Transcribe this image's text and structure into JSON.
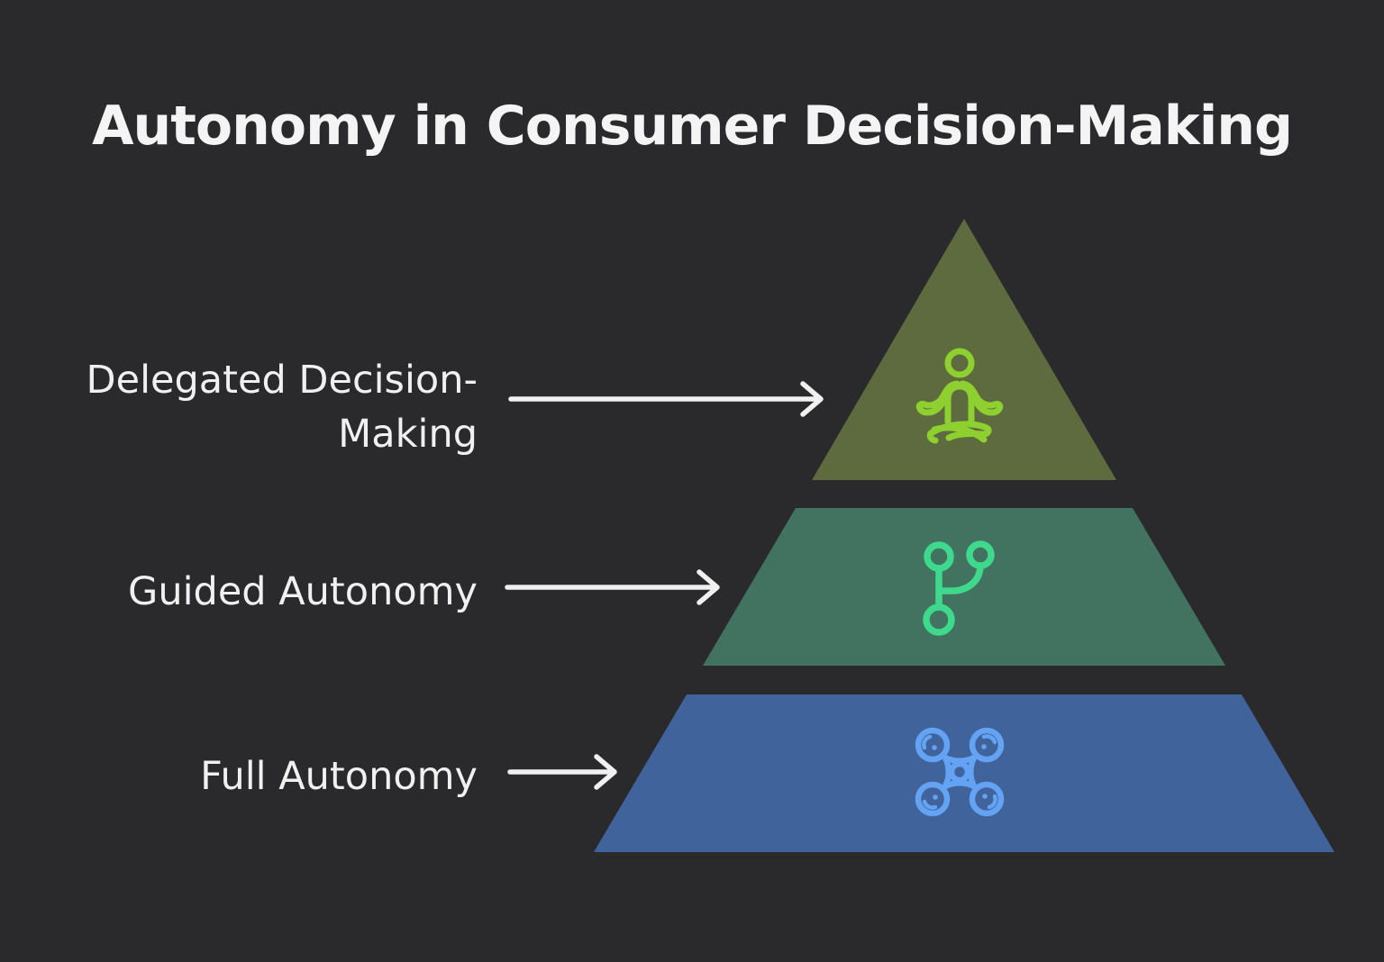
{
  "title": "Autonomy in Consumer Decision-Making",
  "colors": {
    "background": "#2a2a2c",
    "text": "#f0f0f0",
    "arrow": "#f0f0f0",
    "tier_top": "#5e6b3e",
    "tier_middle": "#427260",
    "tier_bottom": "#41639b",
    "icon_meditation": "#8dd02f",
    "icon_branch": "#3ed98c",
    "icon_drone": "#64a2f4"
  },
  "levels": [
    {
      "label": "Delegated Decision-Making",
      "icon": "meditation-icon",
      "tier": "top"
    },
    {
      "label": "Guided Autonomy",
      "icon": "git-branch-icon",
      "tier": "middle"
    },
    {
      "label": "Full Autonomy",
      "icon": "drone-icon",
      "tier": "bottom"
    }
  ]
}
